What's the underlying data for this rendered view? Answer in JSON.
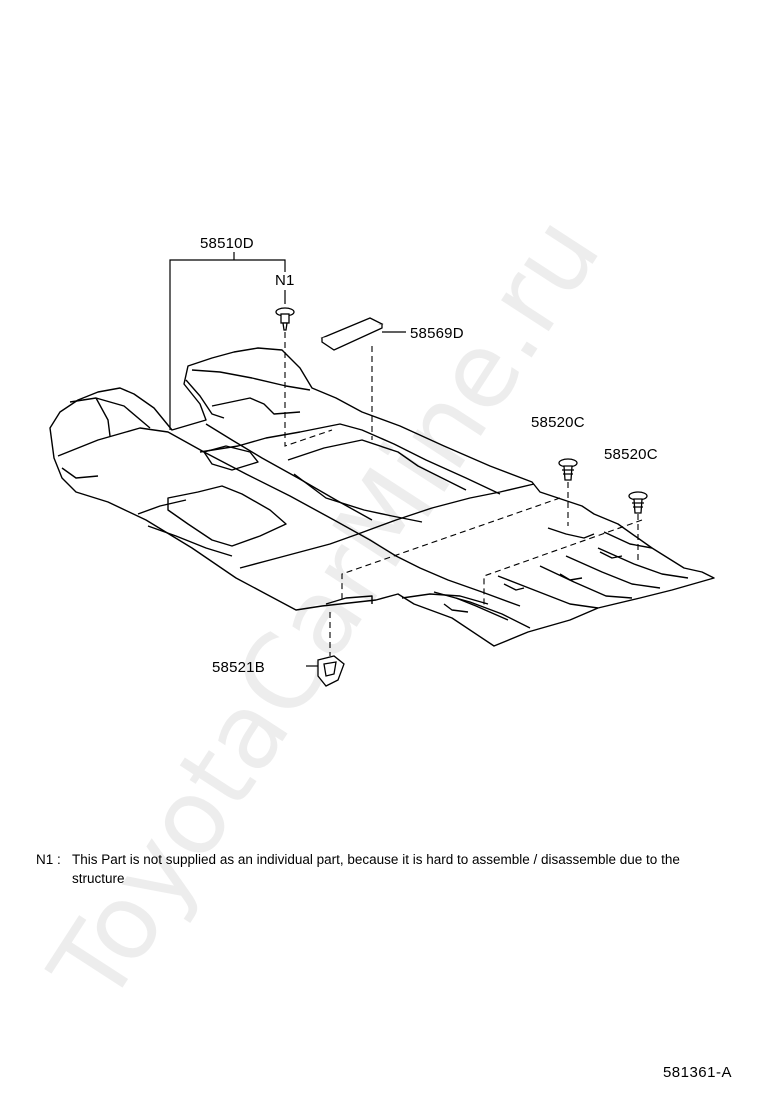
{
  "parts": {
    "carpet": "58510D",
    "n1_marker": "N1",
    "upper_pad": "58569D",
    "clip_left": "58520C",
    "clip_right": "58520C",
    "hook": "58521B"
  },
  "note": {
    "key": "N1",
    "text": "This Part is not supplied as an individual part, because it is hard to assemble / disassemble due to the structure"
  },
  "figure_number": "581361-A",
  "watermark": "ToyotaCarMine.ru"
}
